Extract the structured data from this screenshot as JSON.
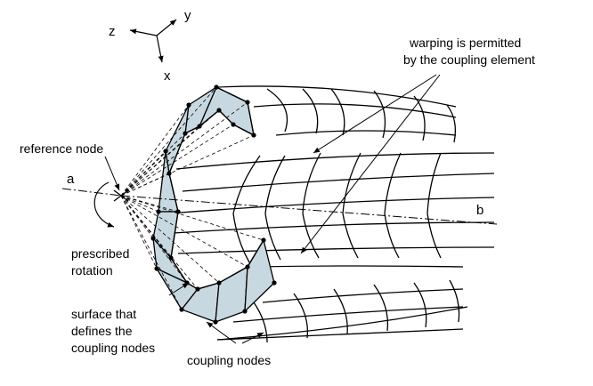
{
  "axes": {
    "z": "z",
    "y": "y",
    "x": "x"
  },
  "labels": {
    "warping_line1": "warping is permitted",
    "warping_line2": "by the coupling element",
    "reference_node": "reference node",
    "a": "a",
    "b": "b",
    "prescribed_line1": "prescribed",
    "prescribed_line2": "rotation",
    "surface_line1": "surface that",
    "surface_line2": "defines the",
    "surface_line3": "coupling nodes",
    "coupling_nodes": "coupling nodes"
  },
  "colors": {
    "surface_fill": "#c8d8e0",
    "ink": "#000000",
    "background": "#ffffff"
  }
}
